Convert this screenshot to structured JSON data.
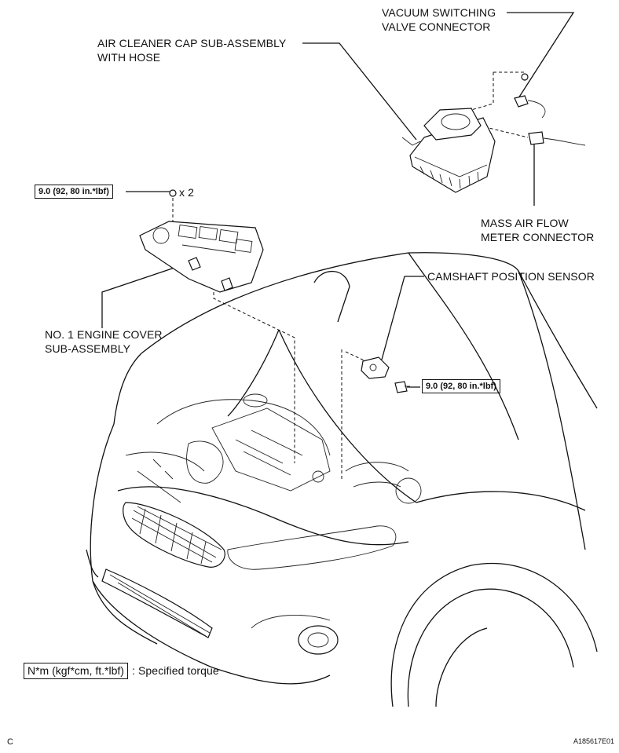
{
  "labels": {
    "vacuum_switching": [
      "VACUUM SWITCHING",
      "VALVE CONNECTOR"
    ],
    "air_cleaner": [
      "AIR CLEANER CAP SUB-ASSEMBLY",
      "WITH HOSE"
    ],
    "mass_air_flow": [
      "MASS AIR FLOW",
      "METER CONNECTOR"
    ],
    "camshaft": "CAMSHAFT POSITION SENSOR",
    "engine_cover": [
      "NO. 1 ENGINE COVER",
      "SUB-ASSEMBLY"
    ]
  },
  "torque": {
    "cover_nut": "9.0 (92, 80 in.*lbf)",
    "cover_qty": "x 2",
    "sensor_bolt": "9.0 (92, 80 in.*lbf)"
  },
  "legend": {
    "box": "N*m (kgf*cm, ft.*lbf)",
    "text": ": Specified torque"
  },
  "corner_letter": "C",
  "figure_code": "A185617E01"
}
